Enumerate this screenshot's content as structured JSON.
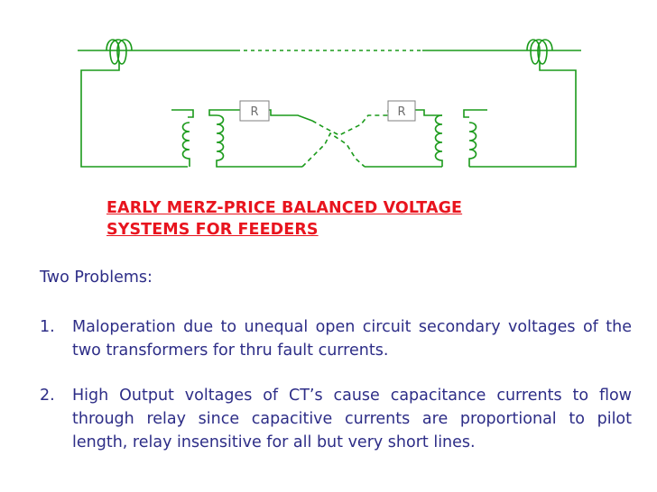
{
  "diagram": {
    "relay_left_label": "R",
    "relay_right_label": "R"
  },
  "caption": {
    "line1": "EARLY MERZ-PRICE BALANCED VOLTAGE",
    "line2": "SYSTEMS FOR FEEDERS"
  },
  "problems": {
    "heading": "Two Problems:",
    "items": [
      {
        "number": "1.",
        "text": "Maloperation due to unequal open circuit secondary voltages of the two transformers for thru fault currents."
      },
      {
        "number": "2.",
        "text": "High Output voltages of CT’s cause capacitance currents to flow through relay since capacitive currents are proportional to pilot length, relay insensitive for all but very short lines."
      }
    ]
  },
  "colors": {
    "wire": "#1a9a1a",
    "caption": "#e8141e",
    "body_text": "#2d2d87",
    "relay_box": "#7f7f7f"
  }
}
